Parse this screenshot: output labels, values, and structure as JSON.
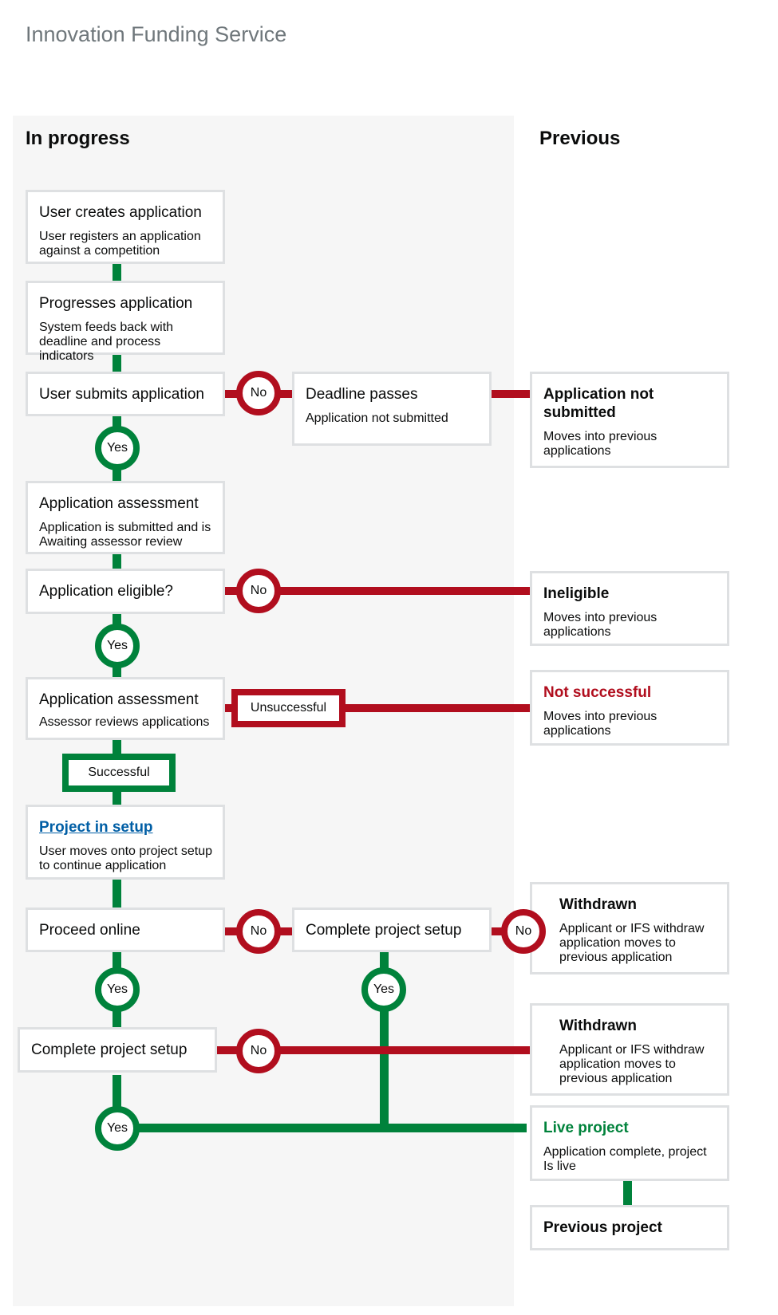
{
  "service_title": "Innovation Funding Service",
  "columns": {
    "in_progress": "In progress",
    "previous": "Previous"
  },
  "steps": {
    "creates": {
      "title": "User creates application",
      "desc": "User registers an application against a competition"
    },
    "progresses": {
      "title": "Progresses application",
      "desc": "System feeds back with deadline and process indicators"
    },
    "submits": {
      "title": "User submits application"
    },
    "deadline": {
      "title": "Deadline passes",
      "desc": "Application not submitted"
    },
    "assessment1": {
      "title": "Application assessment",
      "desc": "Application is submitted and is Awaiting assessor review"
    },
    "eligible": {
      "title": "Application eligible?"
    },
    "assessment2": {
      "title": "Application assessment",
      "desc": "Assessor reviews applications"
    },
    "setup": {
      "title": "Project in setup",
      "desc": "User moves onto project setup to continue application"
    },
    "proceed": {
      "title": "Proceed online"
    },
    "complete_a": {
      "title": "Complete project setup"
    },
    "complete_b": {
      "title": "Complete project setup"
    }
  },
  "outcomes": {
    "not_submitted": {
      "title": "Application not submitted",
      "desc": "Moves into previous applications"
    },
    "ineligible": {
      "title": "Ineligible",
      "desc": "Moves into previous applications"
    },
    "not_successful": {
      "title": "Not successful",
      "desc": "Moves into previous applications"
    },
    "withdrawn1": {
      "title": "Withdrawn",
      "desc": "Applicant or IFS withdraw application moves to previous application"
    },
    "withdrawn2": {
      "title": "Withdrawn",
      "desc": "Applicant or IFS withdraw application moves to previous application"
    },
    "live": {
      "title": "Live project",
      "desc": "Application complete, project Is live"
    },
    "previous_project": {
      "title": "Previous project"
    }
  },
  "labels": {
    "yes": "Yes",
    "no": "No",
    "unsuccessful": "Unsuccessful",
    "successful": "Successful"
  },
  "colors": {
    "green": "#00823b",
    "red": "#b10e1e",
    "link": "#005ea5",
    "panel": "#f6f6f6",
    "border": "#dee0e2"
  }
}
